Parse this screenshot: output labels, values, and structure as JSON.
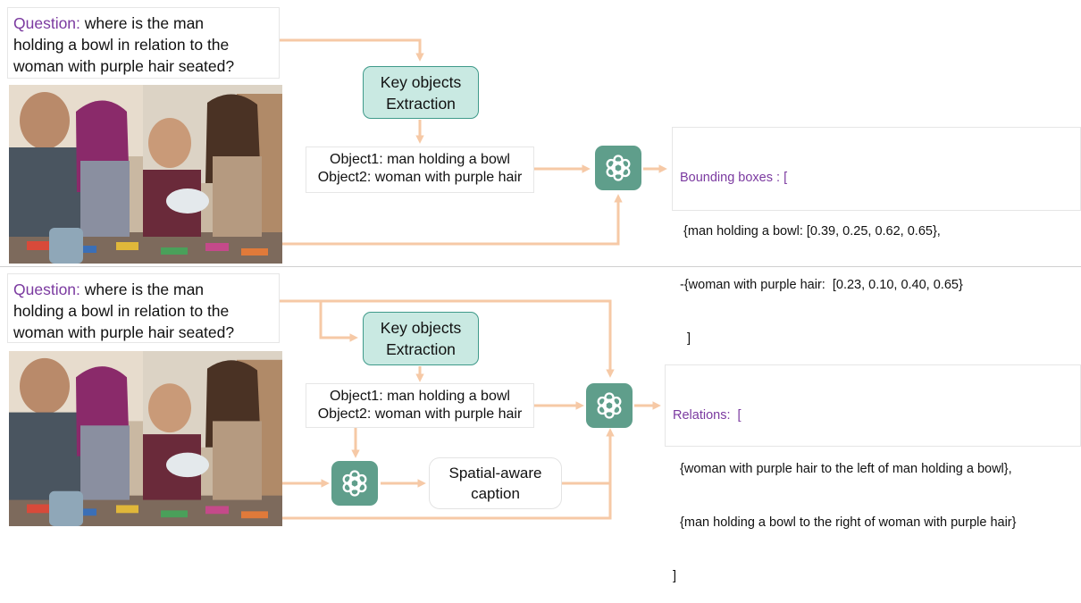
{
  "colors": {
    "arrow": "#f6c9a6",
    "accent_purple": "#7b3aa0",
    "teal_fill": "#c9e9e2",
    "teal_border": "#3f9a8a",
    "gpt_green": "#5f9e8b"
  },
  "top": {
    "question": {
      "label": "Question:",
      "lines": [
        "where is the man",
        "holding  a bowl in relation to the",
        "woman with purple hair seated?"
      ]
    },
    "key_objects": {
      "lines": [
        "Key objects",
        "Extraction"
      ]
    },
    "objects": {
      "line1": "Object1: man holding a bowl",
      "line2": "Object2: woman with purple hair"
    },
    "model_icon": "openai-logo-icon",
    "output": {
      "title": "Bounding boxes : [",
      "lines": [
        " {man holding a bowl: [0.39, 0.25, 0.62, 0.65},",
        "-{woman with purple hair:  [0.23, 0.10, 0.40, 0.65}",
        "  ]"
      ]
    }
  },
  "bottom": {
    "question": {
      "label": "Question:",
      "lines": [
        "where is the man",
        "holding  a bowl in relation to the",
        "woman with purple hair seated?"
      ]
    },
    "key_objects": {
      "lines": [
        "Key objects",
        "Extraction"
      ]
    },
    "objects": {
      "line1": "Object1: man holding a bowl",
      "line2": "Object2: woman with purple hair"
    },
    "caption": {
      "lines": [
        "Spatial-aware",
        "caption"
      ]
    },
    "model_icon": "openai-logo-icon",
    "output": {
      "title": "Relations:  [",
      "lines": [
        "  {woman with purple hair to the left of man holding a bowl},",
        "  {man holding a bowl to the right of woman with purple hair}",
        "]"
      ]
    }
  }
}
